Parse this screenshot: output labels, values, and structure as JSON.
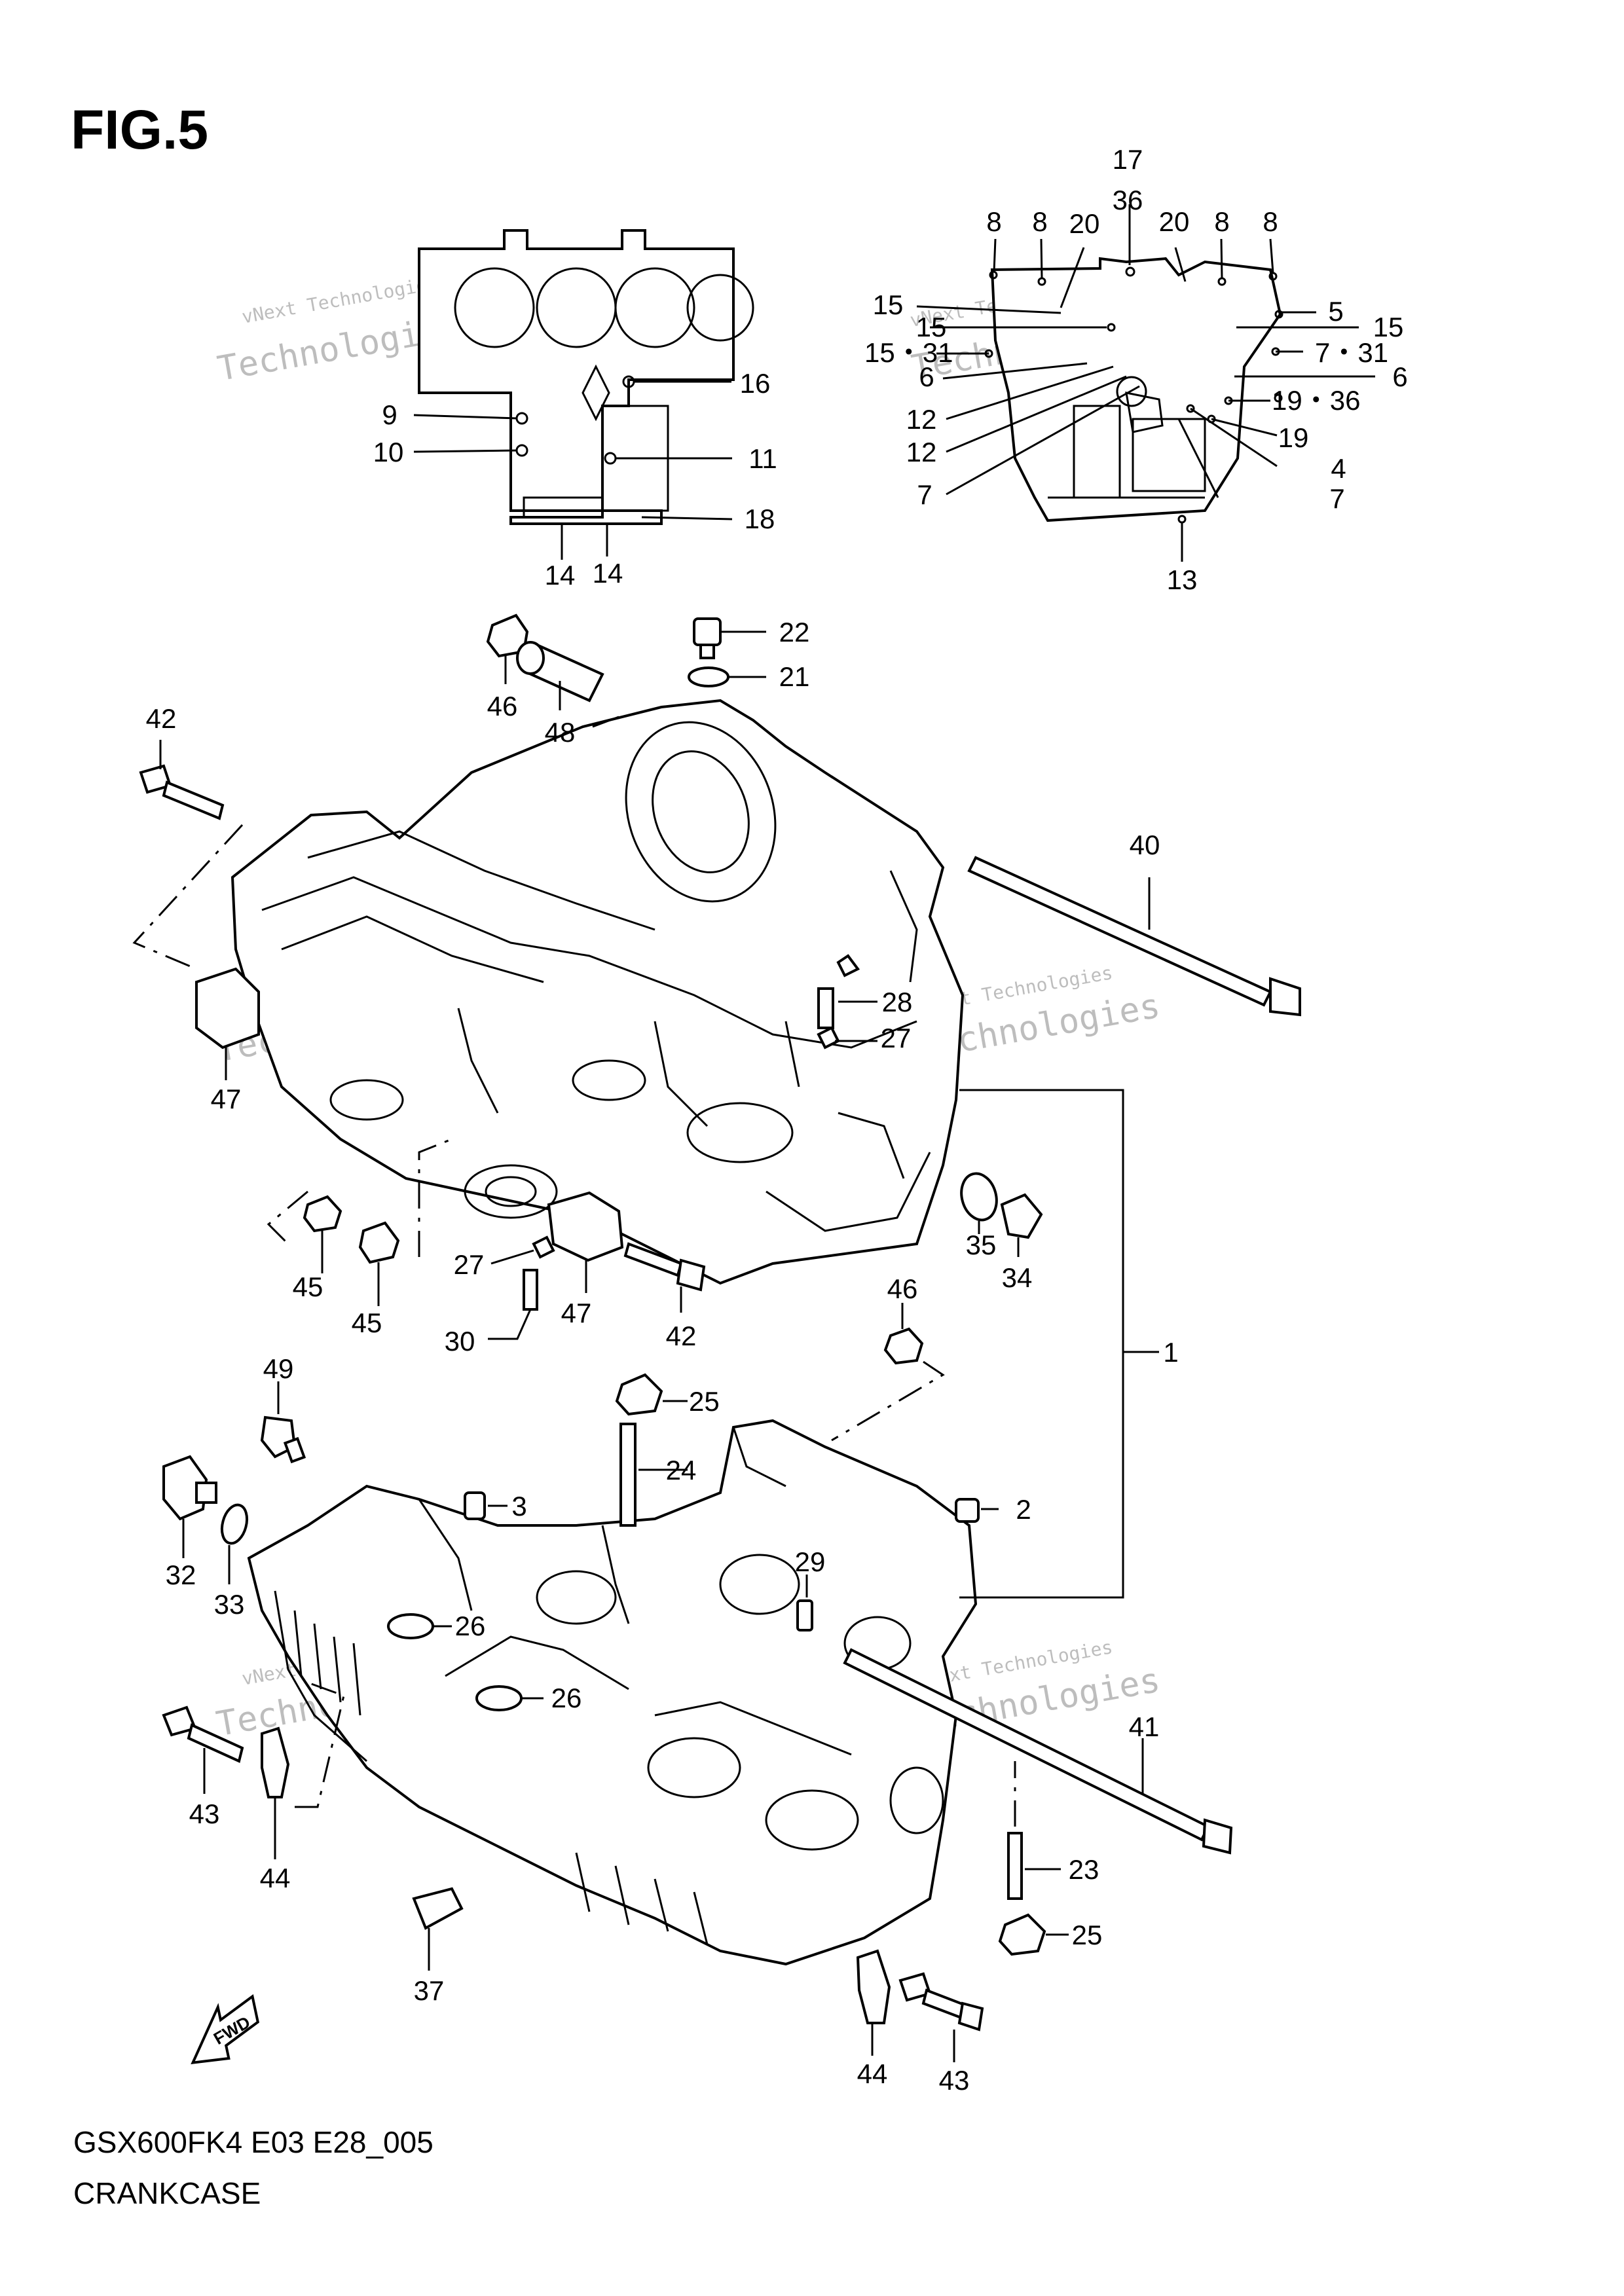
{
  "header": {
    "figure_label": "FIG.5"
  },
  "footer": {
    "model_code": "GSX600FK4 E03 E28_005",
    "diagram_name": "CRANKCASE"
  },
  "watermark": {
    "line1": "vNext Technologies",
    "line2": "Technologies"
  },
  "fwd_label": "FWD",
  "callouts": [
    {
      "id": "c17",
      "text": "17"
    },
    {
      "id": "c36top",
      "text": "36"
    },
    {
      "id": "c8a",
      "text": "8"
    },
    {
      "id": "c8b",
      "text": "8"
    },
    {
      "id": "c20a",
      "text": "20"
    },
    {
      "id": "c20b",
      "text": "20"
    },
    {
      "id": "c8c",
      "text": "8"
    },
    {
      "id": "c8d",
      "text": "8"
    },
    {
      "id": "c15a",
      "text": "15"
    },
    {
      "id": "c15b",
      "text": "15"
    },
    {
      "id": "c5",
      "text": "5"
    },
    {
      "id": "c15c",
      "text": "15"
    },
    {
      "id": "c1531",
      "text": "15・31"
    },
    {
      "id": "c731a",
      "text": "7・31"
    },
    {
      "id": "c6a",
      "text": "6"
    },
    {
      "id": "c6b",
      "text": "6"
    },
    {
      "id": "c1936",
      "text": "19・36"
    },
    {
      "id": "c12a",
      "text": "12"
    },
    {
      "id": "c19",
      "text": "19"
    },
    {
      "id": "c12b",
      "text": "12"
    },
    {
      "id": "c4",
      "text": "4"
    },
    {
      "id": "c7a",
      "text": "7"
    },
    {
      "id": "c7b",
      "text": "7"
    },
    {
      "id": "c13",
      "text": "13"
    },
    {
      "id": "c16",
      "text": "16"
    },
    {
      "id": "c9",
      "text": "9"
    },
    {
      "id": "c10",
      "text": "10"
    },
    {
      "id": "c11",
      "text": "11"
    },
    {
      "id": "c18",
      "text": "18"
    },
    {
      "id": "c14a",
      "text": "14"
    },
    {
      "id": "c14b",
      "text": "14"
    },
    {
      "id": "c22",
      "text": "22"
    },
    {
      "id": "c21",
      "text": "21"
    },
    {
      "id": "c46a",
      "text": "46"
    },
    {
      "id": "c48",
      "text": "48"
    },
    {
      "id": "c42a",
      "text": "42"
    },
    {
      "id": "c40",
      "text": "40"
    },
    {
      "id": "c28",
      "text": "28"
    },
    {
      "id": "c27a",
      "text": "27"
    },
    {
      "id": "c47a",
      "text": "47"
    },
    {
      "id": "c35",
      "text": "35"
    },
    {
      "id": "c34",
      "text": "34"
    },
    {
      "id": "c45a",
      "text": "45"
    },
    {
      "id": "c45b",
      "text": "45"
    },
    {
      "id": "c27b",
      "text": "27"
    },
    {
      "id": "c47b",
      "text": "47"
    },
    {
      "id": "c30",
      "text": "30"
    },
    {
      "id": "c42b",
      "text": "42"
    },
    {
      "id": "c1",
      "text": "1"
    },
    {
      "id": "c46b",
      "text": "46"
    },
    {
      "id": "c49",
      "text": "49"
    },
    {
      "id": "c25a",
      "text": "25"
    },
    {
      "id": "c24",
      "text": "24"
    },
    {
      "id": "c3",
      "text": "3"
    },
    {
      "id": "c2",
      "text": "2"
    },
    {
      "id": "c32",
      "text": "32"
    },
    {
      "id": "c33",
      "text": "33"
    },
    {
      "id": "c29",
      "text": "29"
    },
    {
      "id": "c26a",
      "text": "26"
    },
    {
      "id": "c26b",
      "text": "26"
    },
    {
      "id": "c41",
      "text": "41"
    },
    {
      "id": "c43a",
      "text": "43"
    },
    {
      "id": "c44a",
      "text": "44"
    },
    {
      "id": "c23",
      "text": "23"
    },
    {
      "id": "c25b",
      "text": "25"
    },
    {
      "id": "c37",
      "text": "37"
    },
    {
      "id": "c44b",
      "text": "44"
    },
    {
      "id": "c43b",
      "text": "43"
    }
  ]
}
